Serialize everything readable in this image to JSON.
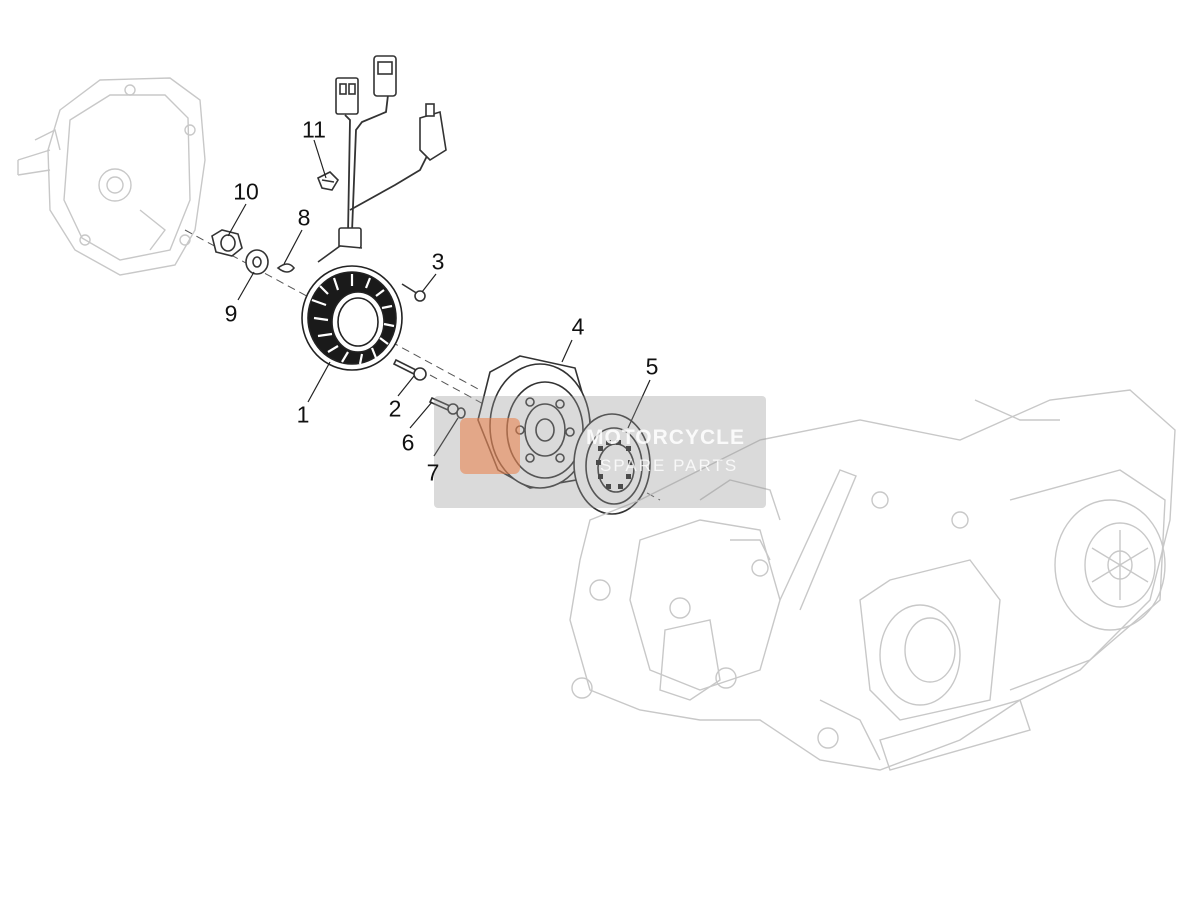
{
  "callouts": [
    {
      "id": "1",
      "text": "1"
    },
    {
      "id": "2",
      "text": "2"
    },
    {
      "id": "3",
      "text": "3"
    },
    {
      "id": "4",
      "text": "4"
    },
    {
      "id": "5",
      "text": "5"
    },
    {
      "id": "6",
      "text": "6"
    },
    {
      "id": "7",
      "text": "7"
    },
    {
      "id": "8",
      "text": "8"
    },
    {
      "id": "9",
      "text": "9"
    },
    {
      "id": "10",
      "text": "10"
    },
    {
      "id": "11",
      "text": "11"
    }
  ],
  "watermark": {
    "title": "MOTORCYCLE",
    "subtitle": "SPARE PARTS"
  },
  "colors": {
    "line": "#444444",
    "ghost_line": "#c8c8c8",
    "accent": "#eb7d46"
  }
}
